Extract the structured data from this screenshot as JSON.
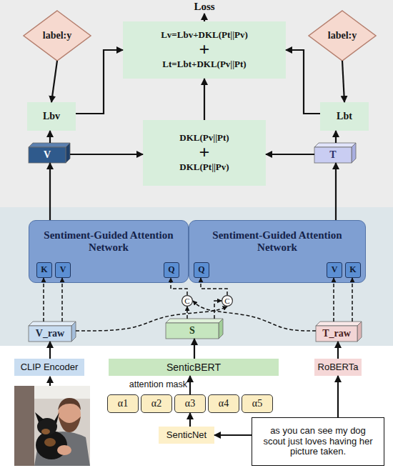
{
  "diagram": {
    "nodes": [
      {
        "text": [
          "label:y"
        ]
      },
      {
        "text": [
          "Lv=Lbv+DKL(Pt||Pv)",
          "+",
          "Lt=Lbt+DKL(Pv||Pt)"
        ]
      },
      {
        "text": [
          "label:y"
        ]
      },
      {
        "text": [
          "Lbv"
        ]
      },
      {
        "text": [
          "Lbt"
        ]
      },
      {
        "text": [
          "V"
        ]
      },
      {
        "text": [
          "DKL(Pv||Pt)",
          "+",
          "DKL(Pt||Pv)"
        ]
      },
      {
        "text": [
          "T"
        ]
      },
      {
        "text": [
          "Sentiment-Guided Attention Network"
        ]
      },
      {
        "text": [
          "K"
        ],
        "in": 8
      },
      {
        "text": [
          "V"
        ],
        "in": 8
      },
      {
        "text": [
          "Q"
        ],
        "in": 8
      },
      {
        "text": [
          "Sentiment-Guided Attention Network"
        ]
      },
      {
        "text": [
          "Q"
        ],
        "in": 12
      },
      {
        "text": [
          "V"
        ],
        "in": 12
      },
      {
        "text": [
          "K"
        ],
        "in": 12
      },
      {
        "text": [
          "C"
        ]
      },
      {
        "text": [
          "C"
        ]
      },
      {
        "text": [
          "V_raw"
        ]
      },
      {
        "text": [
          "S"
        ]
      },
      {
        "text": [
          "T_raw"
        ]
      },
      {
        "text": [
          "CLIP Encoder"
        ]
      },
      {
        "text": [
          "SenticBERT"
        ]
      },
      {
        "text": [
          "RoBERTa"
        ]
      },
      {
        "text": [
          "α1"
        ]
      },
      {
        "text": [
          "α2"
        ]
      },
      {
        "text": [
          "α3"
        ]
      },
      {
        "text": [
          "α4"
        ]
      },
      {
        "text": [
          "α5"
        ]
      },
      {
        "text": [
          "SenticNet"
        ]
      },
      {
        "text": [
          "as you can see my dog scout just loves having her picture taken."
        ]
      }
    ],
    "edges": [
      {
        "from": 0,
        "to": 3,
        "arrow": "to"
      },
      {
        "from": 3,
        "to": 1,
        "arrow": "to"
      },
      {
        "from": 2,
        "to": 4,
        "arrow": "to"
      },
      {
        "from": 4,
        "to": 1,
        "arrow": "to"
      },
      {
        "from": 5,
        "to": 3,
        "arrow": "to"
      },
      {
        "from": 7,
        "to": 4,
        "arrow": "to"
      },
      {
        "from": 5,
        "to": 6,
        "arrow": "to"
      },
      {
        "from": 7,
        "to": 6,
        "arrow": "to"
      },
      {
        "from": 6,
        "to": 1,
        "arrow": "to"
      },
      {
        "from": 8,
        "to": 5,
        "arrow": "to"
      },
      {
        "from": 12,
        "to": 7,
        "arrow": "to"
      },
      {
        "from": 18,
        "to": 9,
        "arrow": "to"
      },
      {
        "from": 18,
        "to": 10,
        "arrow": "to"
      },
      {
        "from": 18,
        "to": 17,
        "arrow": "to"
      },
      {
        "from": 19,
        "to": 16,
        "arrow": "to"
      },
      {
        "from": 19,
        "to": 17,
        "arrow": "to"
      },
      {
        "from": 20,
        "to": 16,
        "arrow": "to"
      },
      {
        "from": 20,
        "to": 15,
        "arrow": "to"
      },
      {
        "from": 20,
        "to": 14,
        "arrow": "to"
      },
      {
        "from": 16,
        "to": 11,
        "arrow": "to"
      },
      {
        "from": 17,
        "to": 13,
        "arrow": "to"
      },
      {
        "from": 21,
        "to": 18,
        "arrow": "to"
      },
      {
        "from": 22,
        "to": 19,
        "arrow": "to"
      },
      {
        "from": 23,
        "to": 20,
        "arrow": "to"
      },
      {
        "from": 26,
        "to": 22,
        "label": "attention mask",
        "arrow": "to"
      },
      {
        "from": 29,
        "to": 26,
        "arrow": "to"
      },
      {
        "from": 30,
        "to": 23,
        "arrow": "to"
      },
      {
        "from": 30,
        "to": 29,
        "arrow": "to"
      }
    ],
    "labels": [
      "Loss"
    ]
  }
}
